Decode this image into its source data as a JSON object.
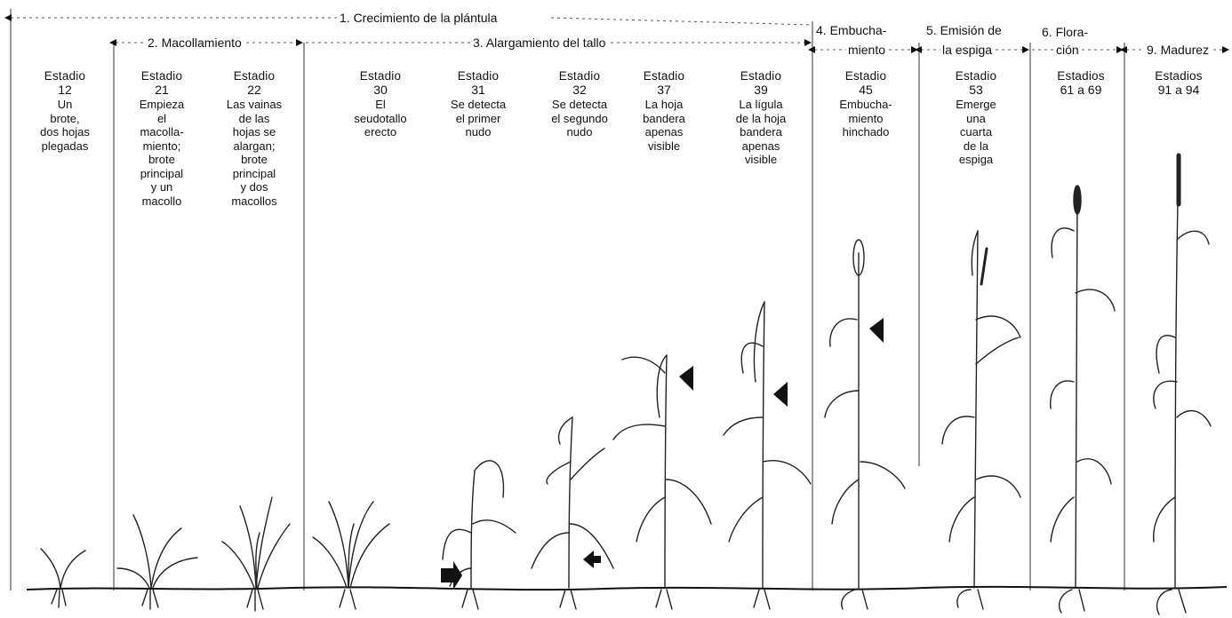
{
  "phases": {
    "p1": "1. Crecimiento de la plántula",
    "p2": "2. Macollamiento",
    "p3": "3. Alargamiento del tallo",
    "p4a": "4. Embucha-",
    "p4b": "miento",
    "p5a": "5. Emisión de",
    "p5b": "la espiga",
    "p6a": "6. Flora-",
    "p6b": "ción",
    "p9": "9. Madurez"
  },
  "stages": [
    {
      "title": "Estadio",
      "num": "12",
      "lines": [
        "Un",
        "brote,",
        "dos hojas",
        "plegadas"
      ]
    },
    {
      "title": "Estadio",
      "num": "21",
      "lines": [
        "Empieza",
        "el",
        "macolla-",
        "miento;",
        "brote",
        "principal",
        "y un",
        "macollo"
      ]
    },
    {
      "title": "Estadio",
      "num": "22",
      "lines": [
        "Las vainas",
        "de las",
        "hojas se",
        "alargan;",
        "brote",
        "principal",
        "y dos",
        "macollos"
      ]
    },
    {
      "title": "Estadio",
      "num": "30",
      "lines": [
        "El",
        "seudotallo",
        "erecto"
      ]
    },
    {
      "title": "Estadio",
      "num": "31",
      "lines": [
        "Se detecta",
        "el primer",
        "nudo"
      ]
    },
    {
      "title": "Estadio",
      "num": "32",
      "lines": [
        "Se detecta",
        "el segundo",
        "nudo"
      ]
    },
    {
      "title": "Estadio",
      "num": "37",
      "lines": [
        "La hoja",
        "bandera",
        "apenas",
        "visible"
      ]
    },
    {
      "title": "Estadio",
      "num": "39",
      "lines": [
        "La lígula",
        "de la hoja",
        "bandera",
        "apenas",
        "visible"
      ]
    },
    {
      "title": "Estadio",
      "num": "45",
      "lines": [
        "Embucha-",
        "miento",
        "hinchado"
      ]
    },
    {
      "title": "Estadio",
      "num": "53",
      "lines": [
        "Emerge",
        "una",
        "cuarta",
        "de la",
        "espiga"
      ]
    },
    {
      "title": "Estadios",
      "num": "61 a 69",
      "lines": []
    },
    {
      "title": "Estadios",
      "num": "91 a 94",
      "lines": []
    }
  ]
}
